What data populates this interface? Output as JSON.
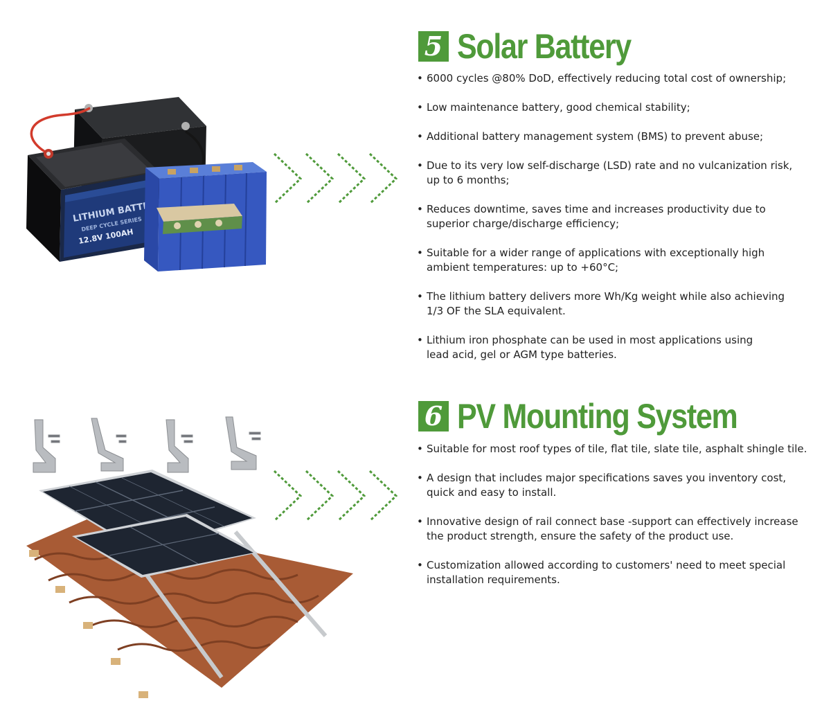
{
  "colors": {
    "accent": "#4f9a3a",
    "text": "#222222",
    "background": "#ffffff"
  },
  "sections": [
    {
      "number": "5",
      "title": "Solar Battery",
      "image": {
        "icon": "lithium-battery-pack-illustration",
        "label": "LITHIUM BATTERY",
        "sublabel": "DEEP CYCLE SERIES",
        "rating": "12.8V 100AH"
      },
      "bullets": [
        "6000 cycles @80% DoD, effectively reducing total cost of ownership;",
        "Low maintenance battery, good chemical stability;",
        "Additional battery management system (BMS) to prevent abuse;",
        "Due to its very low self-discharge (LSD) rate and no vulcanization risk,\nup to 6 months;",
        "Reduces downtime, saves time and increases productivity due to\nsuperior charge/discharge efficiency;",
        "Suitable for a wider range of applications with exceptionally high\nambient temperatures: up to +60°C;",
        "The lithium battery delivers more Wh/Kg weight while also achieving\n1/3 OF the SLA equivalent.",
        "Lithium iron phosphate can be used in most applications using\nlead acid, gel or AGM type batteries."
      ]
    },
    {
      "number": "6",
      "title": "PV Mounting System",
      "image": {
        "icon": "roof-mounted-solar-panels-illustration"
      },
      "bullets": [
        "Suitable for most roof types of tile, flat tile, slate tile, asphalt shingle tile.",
        "A design that includes major specifications saves you inventory cost,\nquick and easy to install.",
        "Innovative design of rail connect base -support can effectively increase\nthe product strength, ensure the safety of the product use.",
        "Customization allowed according to customers' need to meet special\ninstallation requirements."
      ]
    }
  ]
}
